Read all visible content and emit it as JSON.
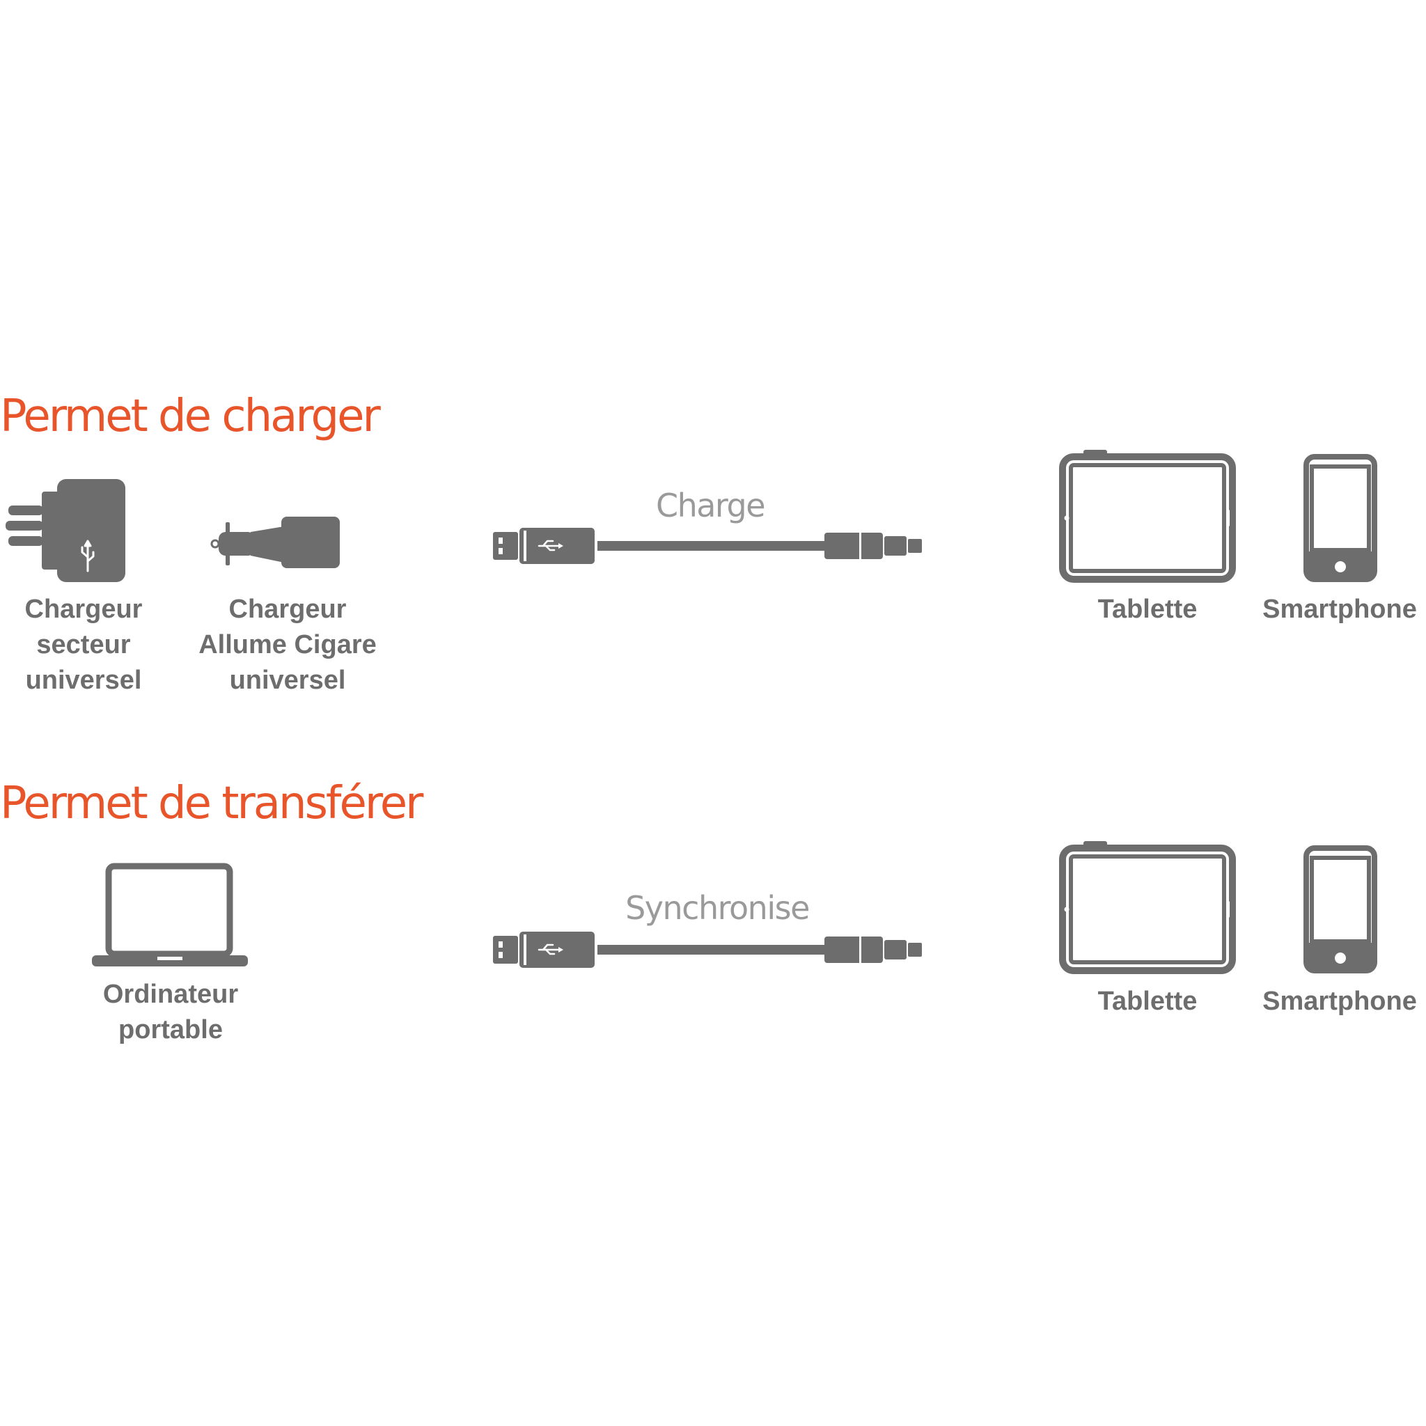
{
  "colors": {
    "accent": "#e8552a",
    "icon_gray": "#6d6d6d",
    "cable_label_gray": "#9a9a9a",
    "background": "#ffffff"
  },
  "sections": [
    {
      "title": "Permet de charger",
      "sources": [
        {
          "icon": "wall-charger-icon",
          "label_lines": [
            "Chargeur",
            "secteur",
            "universel"
          ]
        },
        {
          "icon": "car-charger-icon",
          "label_lines": [
            "Chargeur",
            "Allume Cigare",
            "universel"
          ]
        }
      ],
      "cable": {
        "icon": "usb-cable-icon",
        "label": "Charge"
      },
      "devices": [
        {
          "icon": "tablet-icon",
          "label": "Tablette"
        },
        {
          "icon": "smartphone-icon",
          "label": "Smartphone"
        }
      ]
    },
    {
      "title": "Permet de transférer",
      "sources": [
        {
          "icon": "laptop-icon",
          "label_lines": [
            "Ordinateur",
            "portable"
          ]
        }
      ],
      "cable": {
        "icon": "usb-cable-icon",
        "label": "Synchronise"
      },
      "devices": [
        {
          "icon": "tablet-icon",
          "label": "Tablette"
        },
        {
          "icon": "smartphone-icon",
          "label": "Smartphone"
        }
      ]
    }
  ]
}
